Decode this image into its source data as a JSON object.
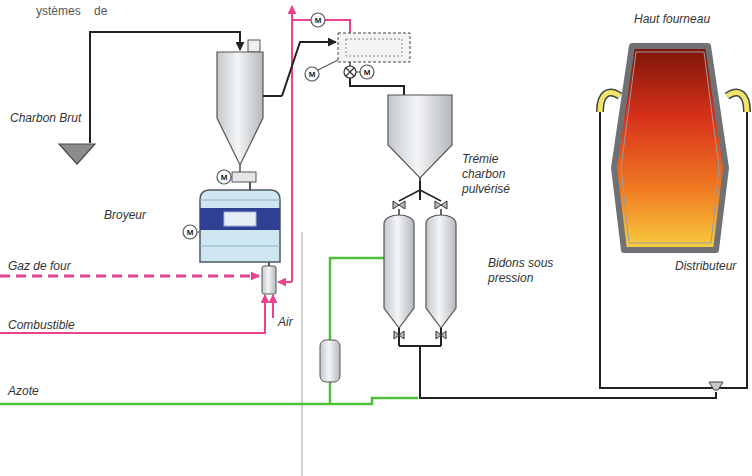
{
  "diagram": {
    "nodes": [
      {
        "text": [
          "Charbon Brut"
        ]
      },
      {
        "text": [
          "Broyeur"
        ]
      },
      {
        "text": [
          "Trémie charbon pulvérisé"
        ]
      },
      {
        "text": [
          "Bidons sous pression"
        ]
      },
      {
        "text": [
          "Distributeur"
        ]
      },
      {
        "text": [
          "Haut fourneau"
        ]
      }
    ],
    "edges": [
      {
        "from": 0,
        "to": 1,
        "arrow": "to"
      },
      {
        "from": 1,
        "to": 2,
        "arrow": "to"
      },
      {
        "from": 2,
        "to": 3,
        "arrow": "none"
      },
      {
        "from": 3,
        "to": 4,
        "arrow": "none"
      },
      {
        "from": 4,
        "to": 5,
        "arrow": "none"
      }
    ],
    "labels": [
      "ystèmes de",
      "Gaz de four",
      "Combustible",
      "Air",
      "Azote",
      "M",
      "M",
      "M",
      "M",
      "M"
    ]
  }
}
